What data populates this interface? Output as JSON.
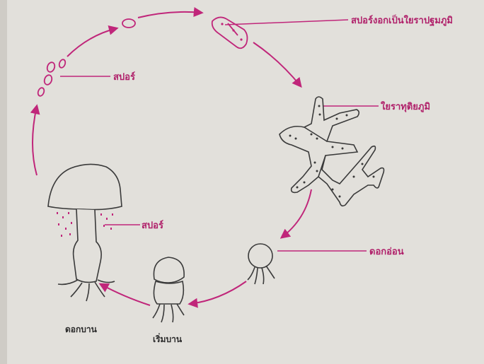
{
  "colors": {
    "accent": "#c0267a",
    "ink": "#2a2a2a",
    "paper": "#e2e0db"
  },
  "labels": {
    "primary_hypha": "สปอร์งอกเป็นใยราปฐมภูมิ",
    "spore_top": "สปอร์",
    "secondary_hypha": "ใยราทุติยภูมิ",
    "spore_bottom": "สปอร์",
    "young_fruiting_body": "ดอกอ่อน",
    "start_opening": "เริ่มบาน",
    "open_fruiting_body": "ดอกบาน"
  }
}
